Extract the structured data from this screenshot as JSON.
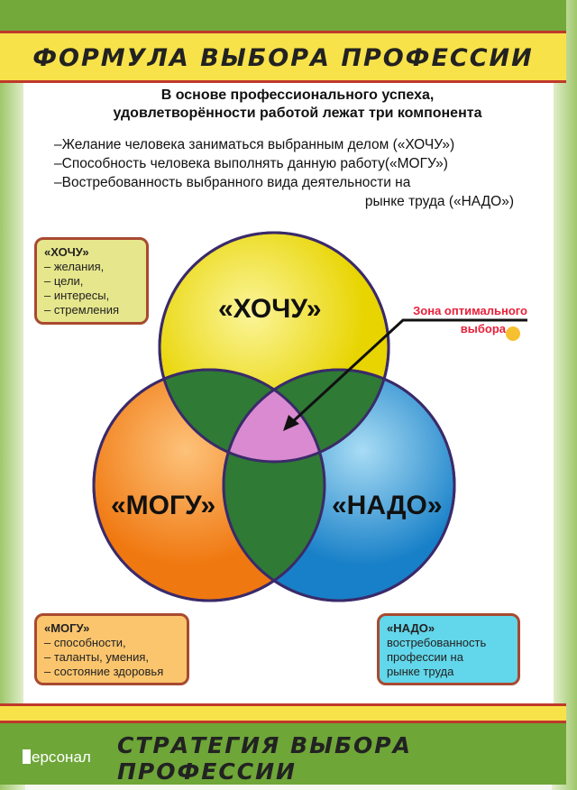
{
  "header": {
    "title": "ФОРМУЛА ВЫБОРА ПРОФЕССИИ"
  },
  "intro": {
    "heading_line1": "В основе профессионального успеха,",
    "heading_line2": "удовлетворённости работой лежат три компонента",
    "items": [
      "–Желание человека заниматься выбранным делом («ХОЧУ»)",
      "–Способность человека выполнять данную работу(«МОГУ»)",
      "–Востребованность выбранного вида деятельности на"
    ],
    "item3_cont": "рынке труда («НАДО»)"
  },
  "diagram": {
    "want": "«ХОЧУ»",
    "can": "«МОГУ»",
    "need": "«НАДО»",
    "zone_line1": "Зона оптимального",
    "zone_line2": "выбора",
    "colors": {
      "want": "#f2e21e",
      "can": "#f58a20",
      "need": "#2a9ad8",
      "pair": "#2f7a34",
      "triple": "#d98ad0"
    }
  },
  "boxes": {
    "want": {
      "title": "«ХОЧУ»",
      "items": [
        "– желания,",
        "– цели,",
        "– интересы,",
        "– стремления"
      ]
    },
    "can": {
      "title": "«МОГУ»",
      "items": [
        "– способности,",
        "– таланты, умения,",
        "– состояние здоровья"
      ]
    },
    "need": {
      "title": "«НАДО»",
      "items": [
        "востребованность",
        "профессии на",
        "рынке труда"
      ]
    }
  },
  "footer": {
    "title": "СТРАТЕГИЯ ВЫБОРА ПРОФЕССИИ",
    "logo": "ерсонал"
  }
}
